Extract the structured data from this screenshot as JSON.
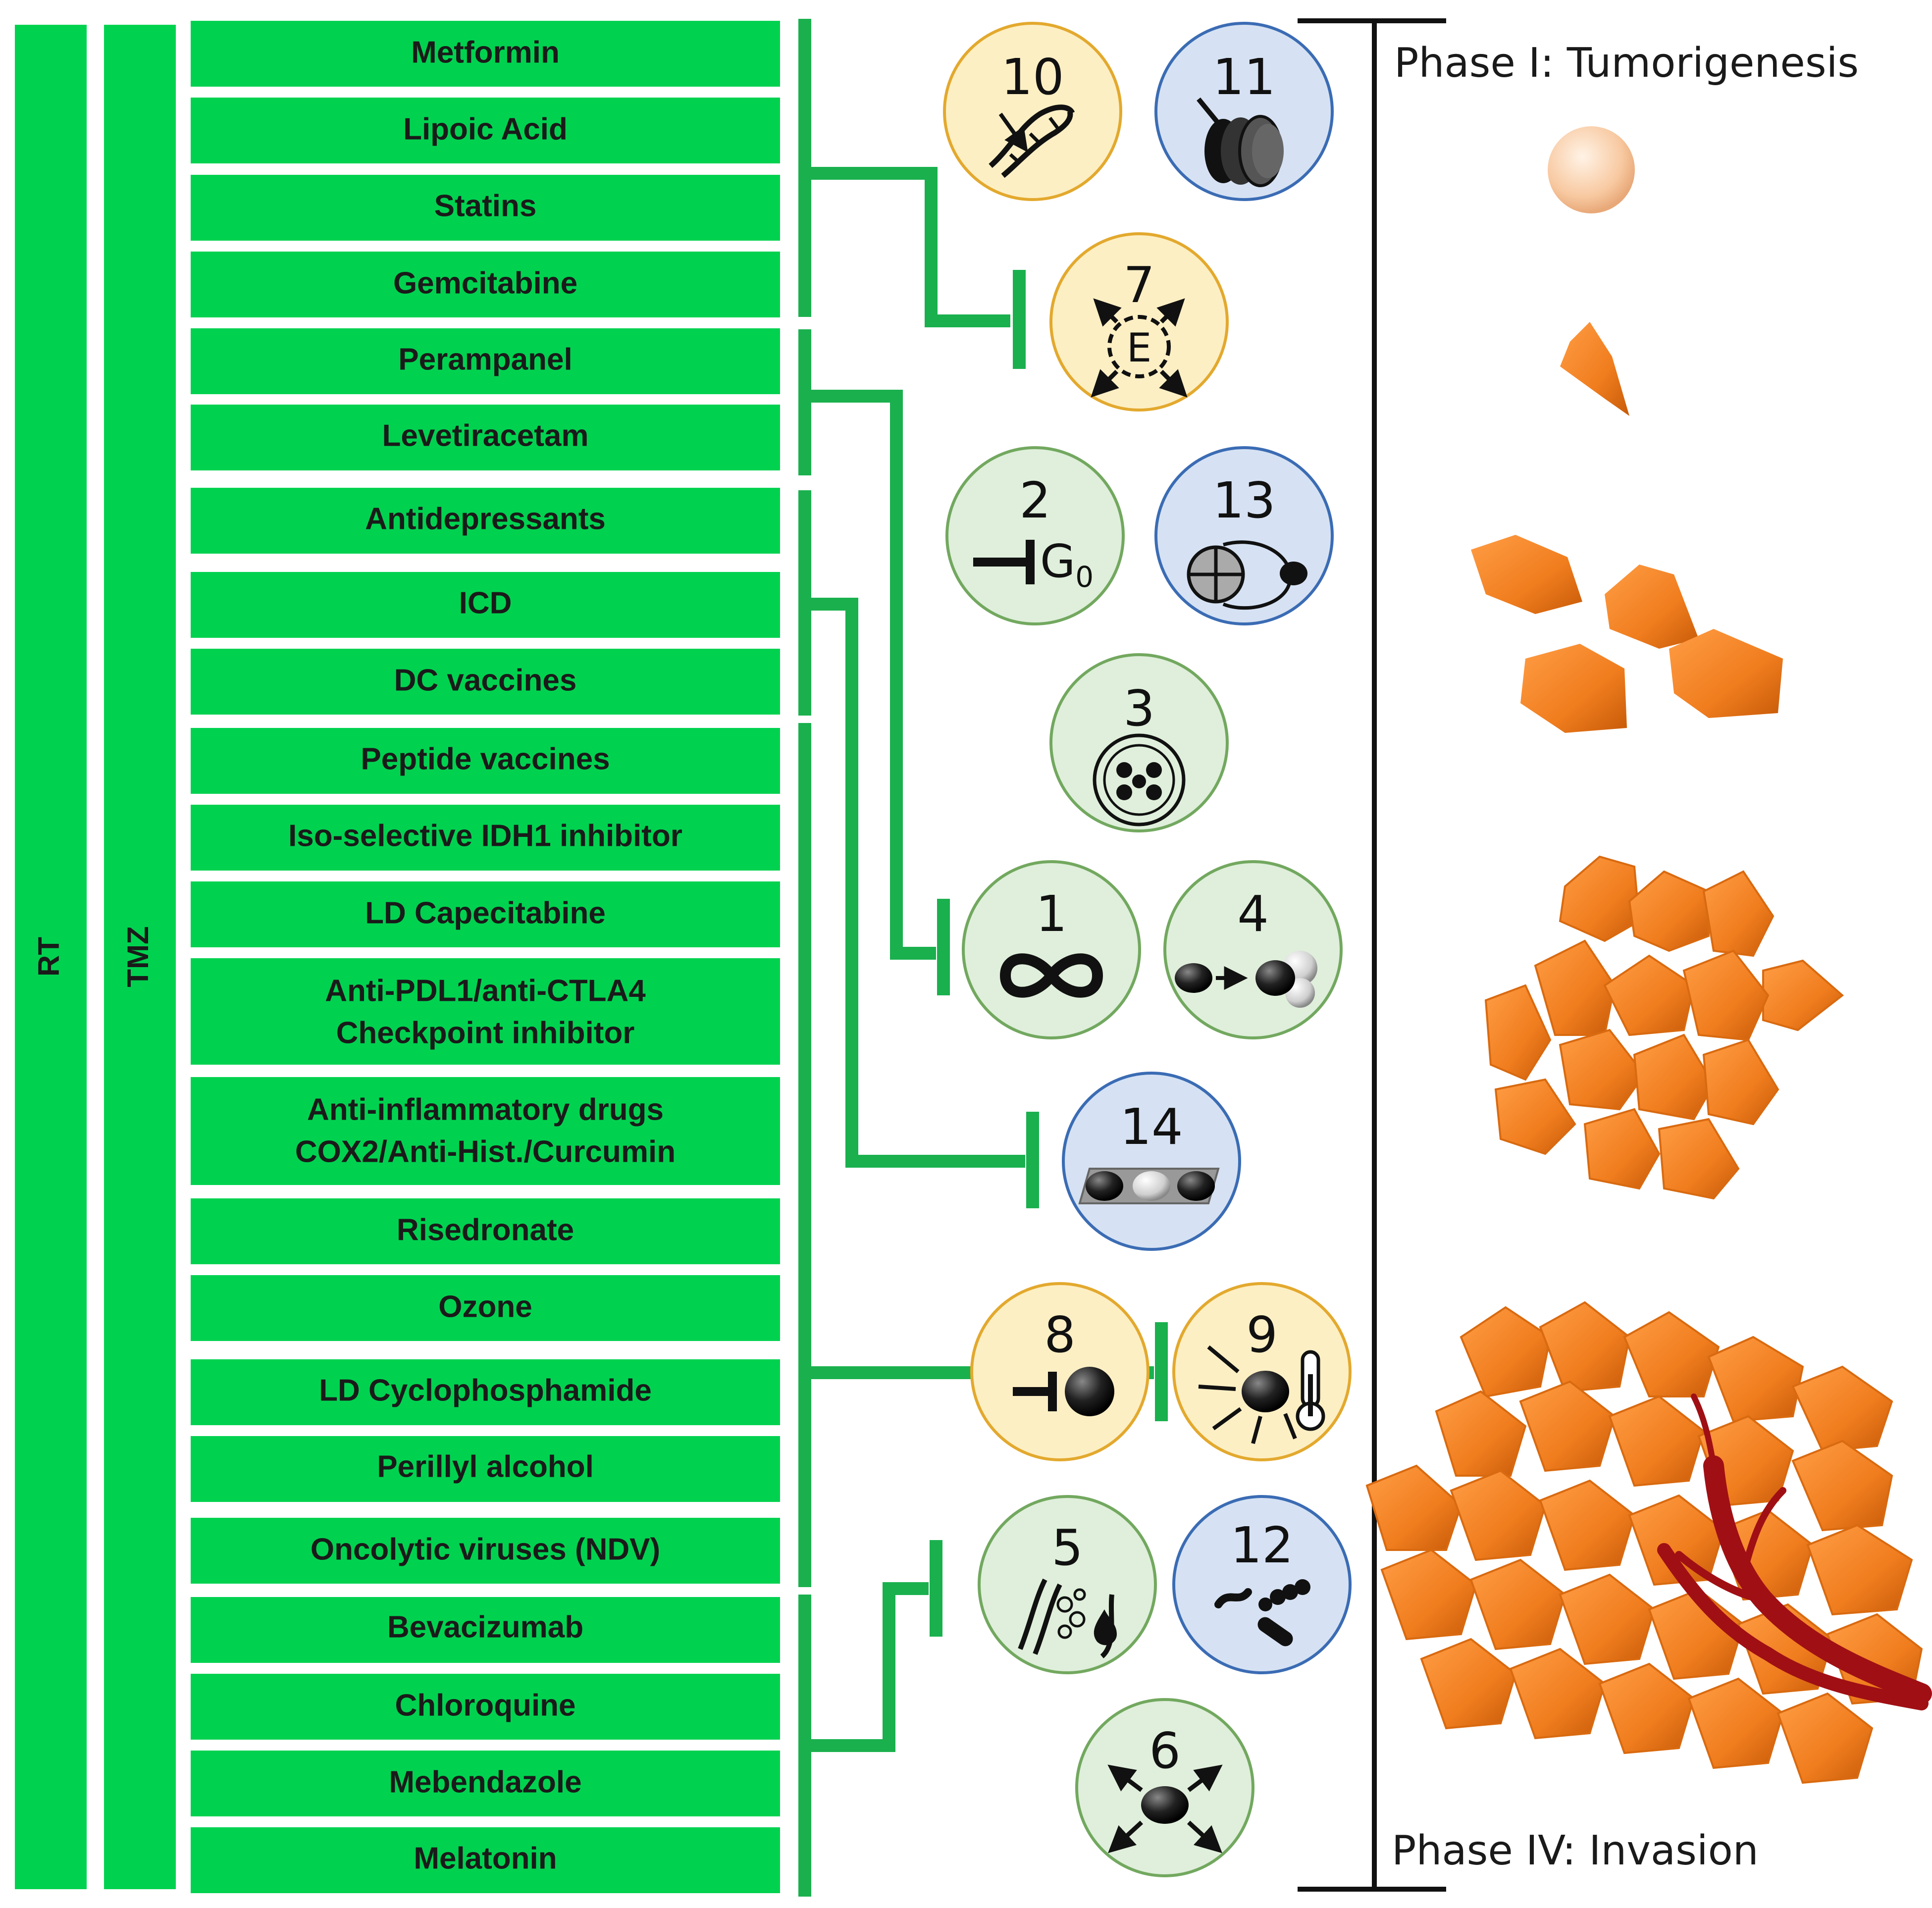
{
  "colors": {
    "drug_box": "#00d250",
    "connector": "#1ab04e",
    "hallmark_yellow_fill": "#fdefc4",
    "hallmark_yellow_ring": "#e3a92e",
    "hallmark_blue_fill": "#d6e2f3",
    "hallmark_blue_ring": "#3b6cb4",
    "hallmark_green_fill": "#dfefdb",
    "hallmark_green_ring": "#72a85f",
    "tumor_cell": "#f07d1e",
    "vessel": "#a00f14"
  },
  "therapy_bars": [
    {
      "label": "RT"
    },
    {
      "label": "TMZ"
    }
  ],
  "drugs": [
    {
      "lines": [
        "Metformin"
      ]
    },
    {
      "lines": [
        "Lipoic Acid"
      ]
    },
    {
      "lines": [
        "Statins"
      ]
    },
    {
      "lines": [
        "Gemcitabine"
      ]
    },
    {
      "lines": [
        "Perampanel"
      ]
    },
    {
      "lines": [
        "Levetiracetam"
      ]
    },
    {
      "lines": [
        "Antidepressants"
      ]
    },
    {
      "lines": [
        "ICD"
      ]
    },
    {
      "lines": [
        "DC vaccines"
      ]
    },
    {
      "lines": [
        "Peptide vaccines"
      ]
    },
    {
      "lines": [
        "Iso-selective IDH1 inhibitor"
      ]
    },
    {
      "lines": [
        "LD Capecitabine"
      ]
    },
    {
      "lines": [
        "Anti-PDL1/anti-CTLA4",
        "Checkpoint inhibitor"
      ]
    },
    {
      "lines": [
        "Anti-inflammatory drugs",
        "COX2/Anti-Hist./Curcumin"
      ]
    },
    {
      "lines": [
        "Risedronate"
      ]
    },
    {
      "lines": [
        "Ozone"
      ]
    },
    {
      "lines": [
        "LD Cyclophosphamide"
      ]
    },
    {
      "lines": [
        "Perillyl alcohol"
      ]
    },
    {
      "lines": [
        "Oncolytic viruses (NDV)"
      ]
    },
    {
      "lines": [
        "Bevacizumab"
      ]
    },
    {
      "lines": [
        "Chloroquine"
      ]
    },
    {
      "lines": [
        "Mebendazole"
      ]
    },
    {
      "lines": [
        "Melatonin"
      ]
    }
  ],
  "hallmarks": [
    {
      "number": "10",
      "color": "yellow",
      "icon": "dna-damage-icon"
    },
    {
      "number": "11",
      "color": "blue",
      "icon": "chromatin-icon"
    },
    {
      "number": "7",
      "color": "yellow",
      "icon": "energy-metabolism-icon"
    },
    {
      "number": "2",
      "color": "green",
      "icon": "growth-suppressor-evasion-icon",
      "sub": "G0"
    },
    {
      "number": "13",
      "color": "blue",
      "icon": "cell-cycle-icon"
    },
    {
      "number": "3",
      "color": "green",
      "icon": "apoptosis-resistance-icon"
    },
    {
      "number": "1",
      "color": "green",
      "icon": "infinity-icon"
    },
    {
      "number": "4",
      "color": "green",
      "icon": "cell-replication-icon"
    },
    {
      "number": "14",
      "color": "blue",
      "icon": "cell-chain-icon"
    },
    {
      "number": "8",
      "color": "yellow",
      "icon": "immune-evasion-icon"
    },
    {
      "number": "9",
      "color": "yellow",
      "icon": "inflammation-thermometer-icon"
    },
    {
      "number": "5",
      "color": "green",
      "icon": "angiogenesis-icon"
    },
    {
      "number": "12",
      "color": "blue",
      "icon": "microbiome-icon"
    },
    {
      "number": "6",
      "color": "green",
      "icon": "invasion-arrows-icon"
    }
  ],
  "phases": {
    "top": "Phase I: Tumorigenesis",
    "bottom": "Phase IV: Invasion"
  }
}
